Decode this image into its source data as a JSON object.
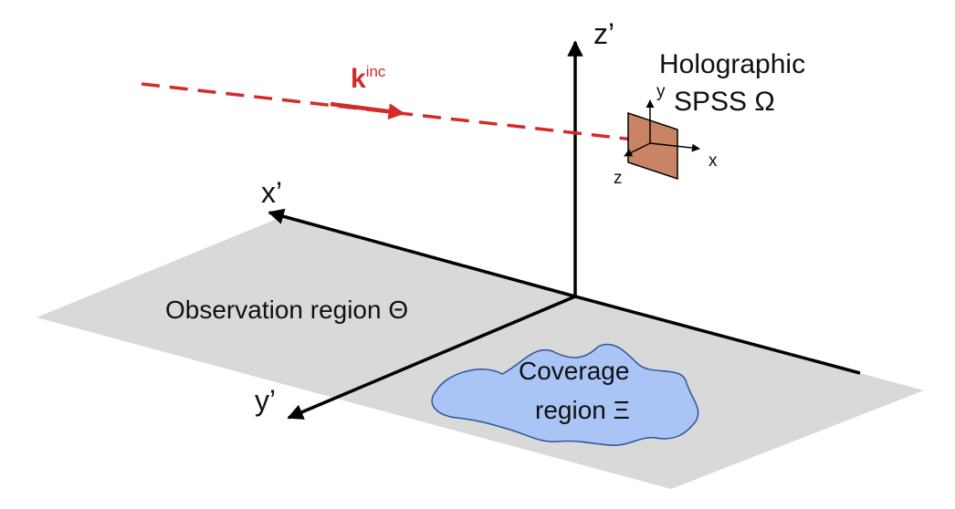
{
  "labels": {
    "z_prime": "z’",
    "x_prime": "x’",
    "y_prime": "y’",
    "k_main": "k",
    "k_sup": "inc",
    "holographic": "Holographic",
    "spss": "SPSS Ω",
    "local_x": "x",
    "local_y": "y",
    "local_z": "z",
    "observation": "Observation region Θ",
    "coverage_line1": "Coverage",
    "coverage_line2": "region Ξ"
  },
  "colors": {
    "plane": "#d9d9d9",
    "axis": "#000000",
    "incident_wave": "#d42a2a",
    "spss_fill": "#c98466",
    "coverage_fill": "#a9c4f5",
    "coverage_stroke": "#2f5597"
  }
}
